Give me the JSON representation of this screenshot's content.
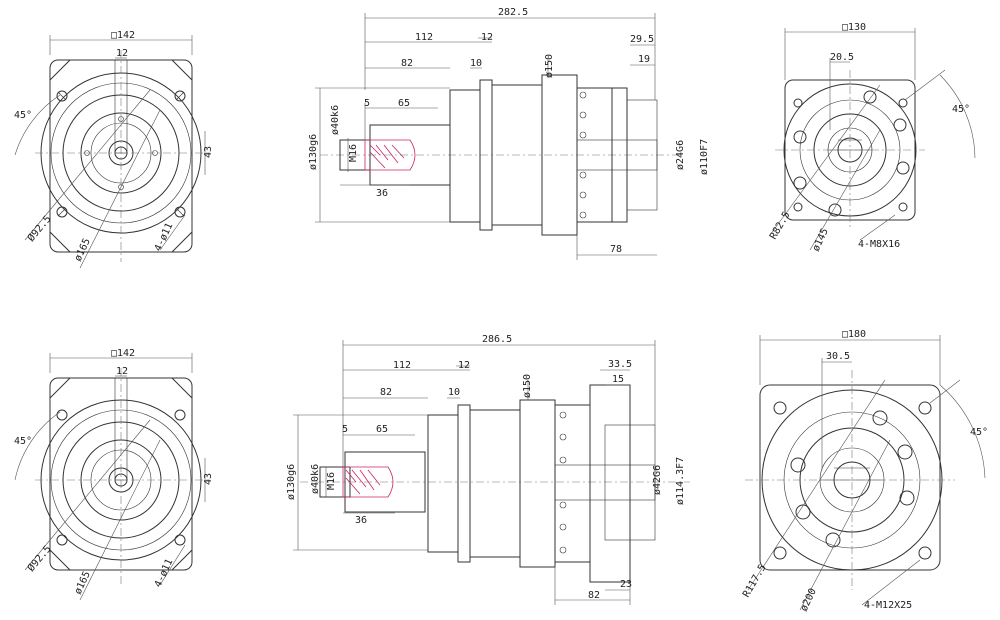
{
  "diagram": {
    "background": "#ffffff",
    "line_color": "#333333",
    "accent_color": "#cc2266",
    "top_left_view": {
      "square": "□142",
      "key_width": "12",
      "height_dim": "43",
      "angle": "45°",
      "pcd": "Ø92.5",
      "flange_dia": "ø165",
      "holes": "4-ø11"
    },
    "top_side_view": {
      "overall": "282.5",
      "len_112": "112",
      "len_12": "12",
      "len_82": "82",
      "len_10": "10",
      "len_5": "5",
      "len_65": "65",
      "len_36": "36",
      "flange_150": "ø150",
      "spigot": "ø130g6",
      "shaft": "ø40k6",
      "thread": "M16",
      "len_29_5": "29.5",
      "len_19": "19",
      "bore": "ø24G6",
      "pilot": "ø110F7",
      "len_78": "78"
    },
    "top_right_view": {
      "square": "□130",
      "key_width": "20.5",
      "angle": "45°",
      "pcd": "R82.5",
      "dia": "ø145",
      "holes": "4-M8X16"
    },
    "bottom_left_view": {
      "square": "□142",
      "key_width": "12",
      "height_dim": "43",
      "angle": "45°",
      "pcd": "Ø92.5",
      "flange_dia": "ø165",
      "holes": "4-ø11"
    },
    "bottom_side_view": {
      "overall": "286.5",
      "len_112": "112",
      "len_12": "12",
      "len_82": "82",
      "len_10": "10",
      "len_5": "5",
      "len_65": "65",
      "len_36": "36",
      "flange_150": "ø150",
      "spigot": "ø130g6",
      "shaft": "ø40k6",
      "thread": "M16",
      "len_33_5": "33.5",
      "len_15": "15",
      "bore": "ø42G6",
      "pilot": "ø114.3F7",
      "len_23": "23",
      "len_82b": "82"
    },
    "bottom_right_view": {
      "square": "□180",
      "key_width": "30.5",
      "angle": "45°",
      "pcd": "R117.5",
      "dia": "ø200",
      "holes": "4-M12X25"
    }
  }
}
